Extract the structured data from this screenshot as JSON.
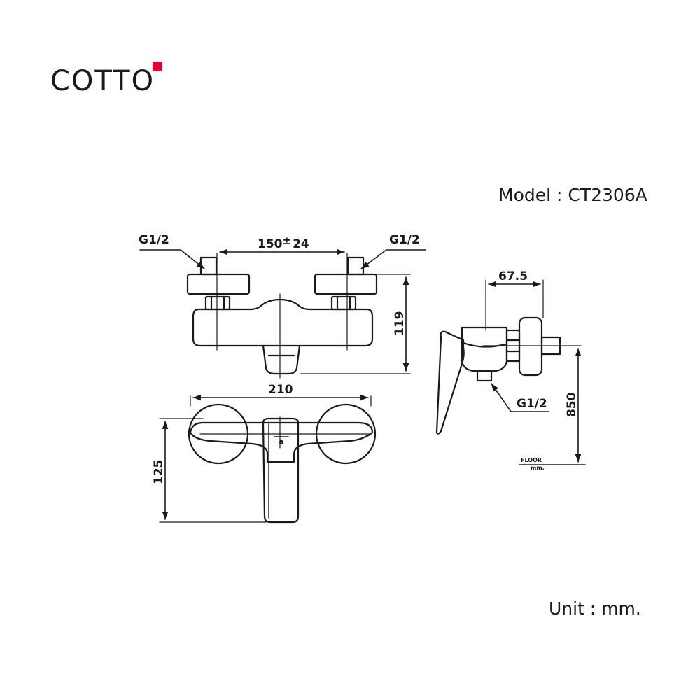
{
  "brand": {
    "name": "COTTO",
    "accent_color": "#e4002b"
  },
  "model_line": "Model : CT2306A",
  "unit_line": "Unit : mm.",
  "dimensions": {
    "inlet_left": "G1/2",
    "inlet_right": "G1/2",
    "center_distance": "150",
    "center_tolerance": "±",
    "center_tolerance_value": "24",
    "height_top": "119",
    "width": "210",
    "height_front": "125",
    "depth": "67.5",
    "outlet": "G1/2",
    "floor_height": "850",
    "floor_label": "FLOOR",
    "floor_unit": "mm."
  }
}
